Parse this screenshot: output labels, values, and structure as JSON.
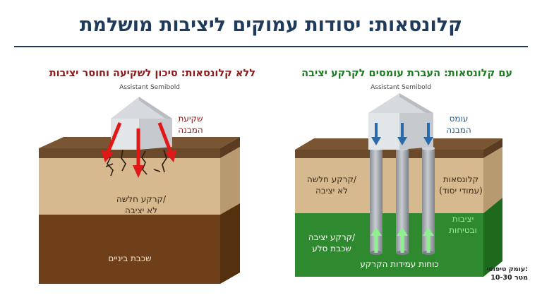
{
  "title": "קלונסאות: יסודות עמוקים ליציבות מושלמת",
  "left_panel": {
    "heading": "ללא קלונסאות: סיכון לשקיעה וחוסר יציבות",
    "caption": "Assistant Semibold",
    "settlement_label": [
      "שקיעת",
      "המבנה"
    ],
    "weak_soil_label": [
      "קרקע חלשה/",
      "לא יציבה"
    ],
    "bottom_layer_label": "שכבת ביניים"
  },
  "right_panel": {
    "heading": "עם קלונסאות: העברת עומסים לקרקע יציבה",
    "caption": "Assistant Semibold",
    "load_label": [
      "עומס",
      "המבנה"
    ],
    "weak_soil_label": [
      "קרקע חלשה/",
      "לא יציבה"
    ],
    "piles_label": [
      "קלונסאות",
      "(עמודי יסוד)"
    ],
    "stable_soil_label": [
      "קרקע יציבה/",
      "שכבת סלע"
    ],
    "stability_label": [
      "יציבות",
      "ובטיחות"
    ],
    "reaction_label": "כוחות עמידות הקרקע",
    "depth_label": [
      "עומק טיפוסי:",
      "10-30 מטר"
    ]
  },
  "colors": {
    "title": "#1f3b5c",
    "left_heading": "#8b1a1a",
    "right_heading": "#1e7a22",
    "topsoil": "#6b4a2c",
    "weak_soil": "#d7b98f",
    "bottom_layer": "#6e3f18",
    "stable_layer": "#2f8a2f",
    "arrow_red": "#e01818",
    "arrow_blue": "#2a6aa8",
    "arrow_green": "#8ff08f",
    "pile": "#a9adb2"
  }
}
